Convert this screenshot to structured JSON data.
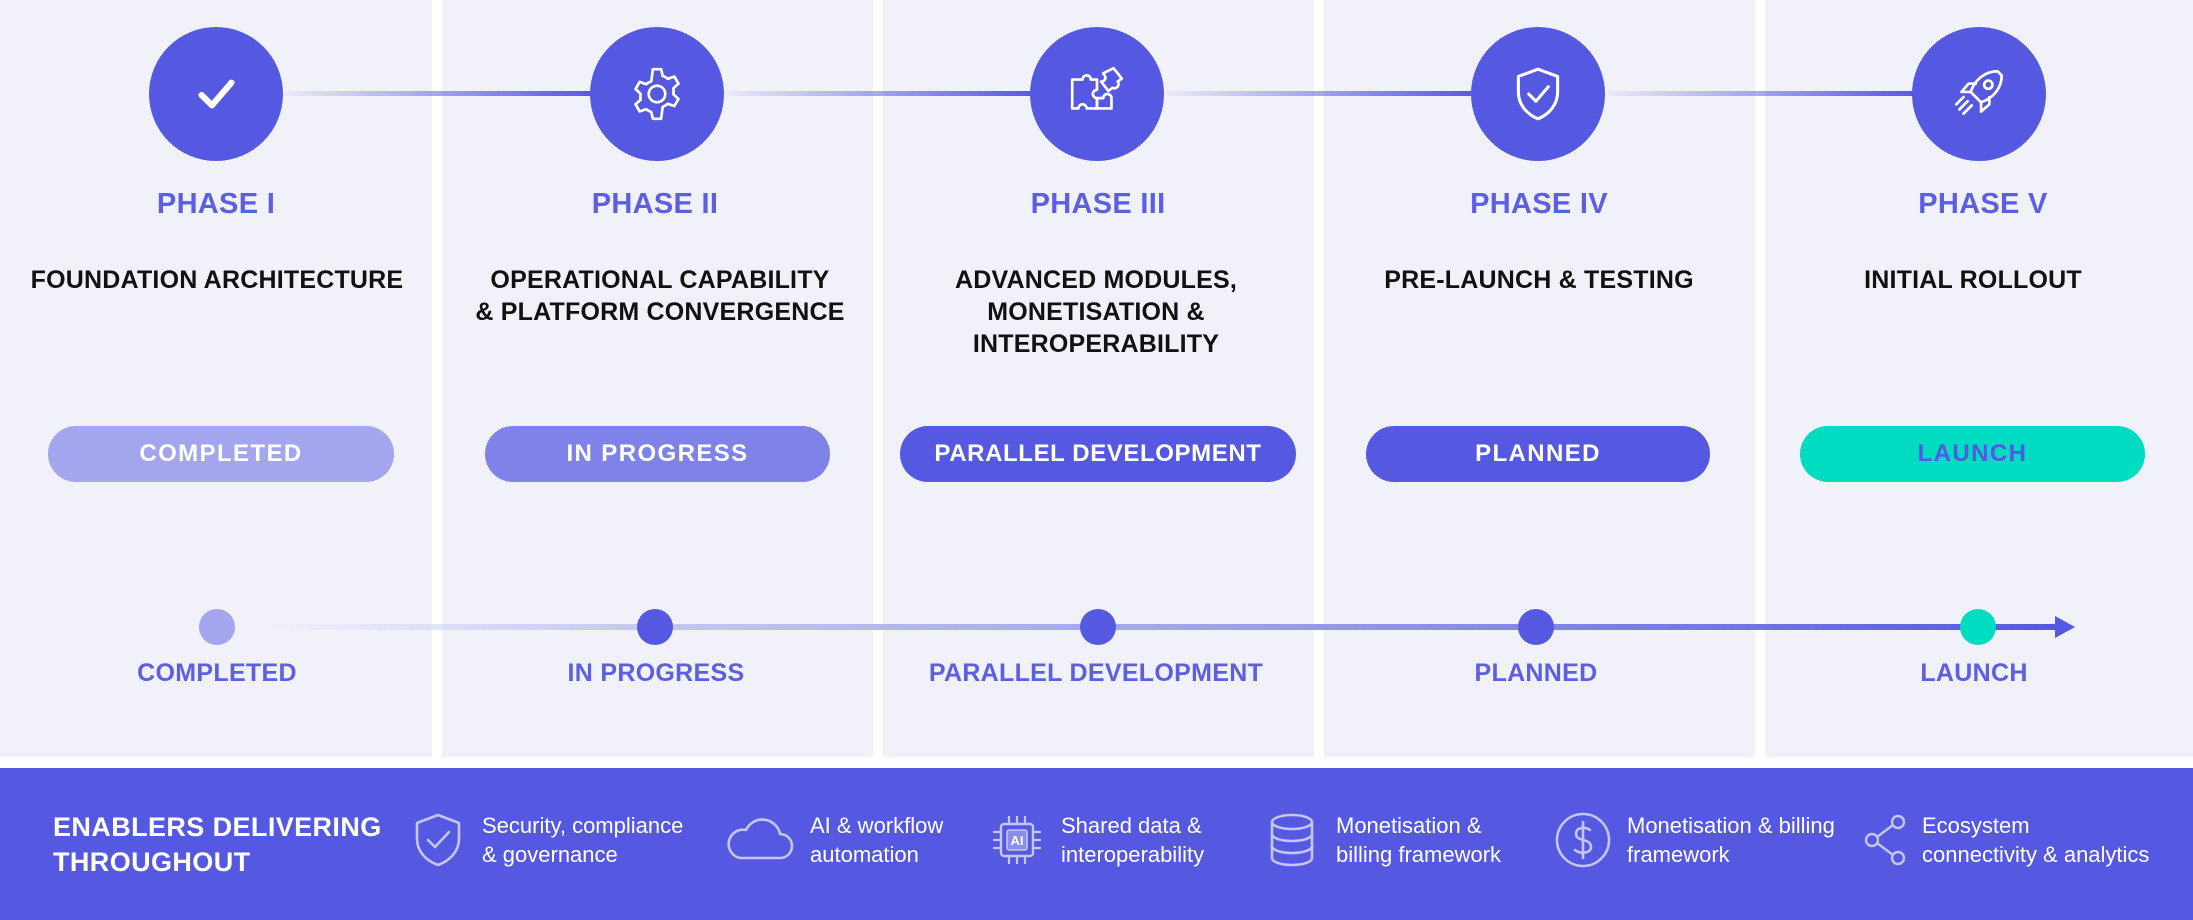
{
  "phases": [
    {
      "label": "PHASE I",
      "title_lines": [
        "FOUNDATION ARCHITECTURE"
      ],
      "status": "COMPLETED",
      "icon": "check-icon"
    },
    {
      "label": "PHASE II",
      "title_lines": [
        "OPERATIONAL CAPABILITY",
        "& PLATFORM CONVERGENCE"
      ],
      "status": "IN PROGRESS",
      "icon": "gear-icon"
    },
    {
      "label": "PHASE III",
      "title_lines": [
        "ADVANCED MODULES,",
        "MONETISATION &",
        "INTEROPERABILITY"
      ],
      "status": "PARALLEL DEVELOPMENT",
      "icon": "puzzle-icon"
    },
    {
      "label": "PHASE IV",
      "title_lines": [
        "PRE-LAUNCH & TESTING"
      ],
      "status": "PLANNED",
      "icon": "shield-check-icon"
    },
    {
      "label": "PHASE V",
      "title_lines": [
        "INITIAL ROLLOUT"
      ],
      "status": "LAUNCH",
      "icon": "rocket-icon"
    }
  ],
  "timeline": {
    "labels": [
      "COMPLETED",
      "IN PROGRESS",
      "PARALLEL DEVELOPMENT",
      "PLANNED",
      "LAUNCH"
    ]
  },
  "footer": {
    "title_lines": [
      "ENABLERS DELIVERING",
      "THROUGHOUT"
    ],
    "enablers": [
      {
        "icon": "shield-check-icon",
        "lines": [
          "Security, compliance",
          "& governance"
        ]
      },
      {
        "icon": "cloud-icon",
        "lines": [
          "AI & workflow",
          "automation"
        ]
      },
      {
        "icon": "ai-chip-icon",
        "chip_text": "AI",
        "lines": [
          "Shared data &",
          "interoperability"
        ]
      },
      {
        "icon": "database-icon",
        "lines": [
          "Monetisation &",
          "billing framework"
        ]
      },
      {
        "icon": "dollar-icon",
        "lines": [
          "Monetisation & billing",
          "framework"
        ]
      },
      {
        "icon": "share-icon",
        "lines": [
          "Ecosystem",
          "connectivity & analytics"
        ]
      }
    ]
  },
  "colors": {
    "accent": "#5558e0",
    "completed": "#a3a5ee",
    "in_progress": "#7f82e8",
    "launch": "#00dcc1",
    "panel": "#f1f1f9"
  }
}
